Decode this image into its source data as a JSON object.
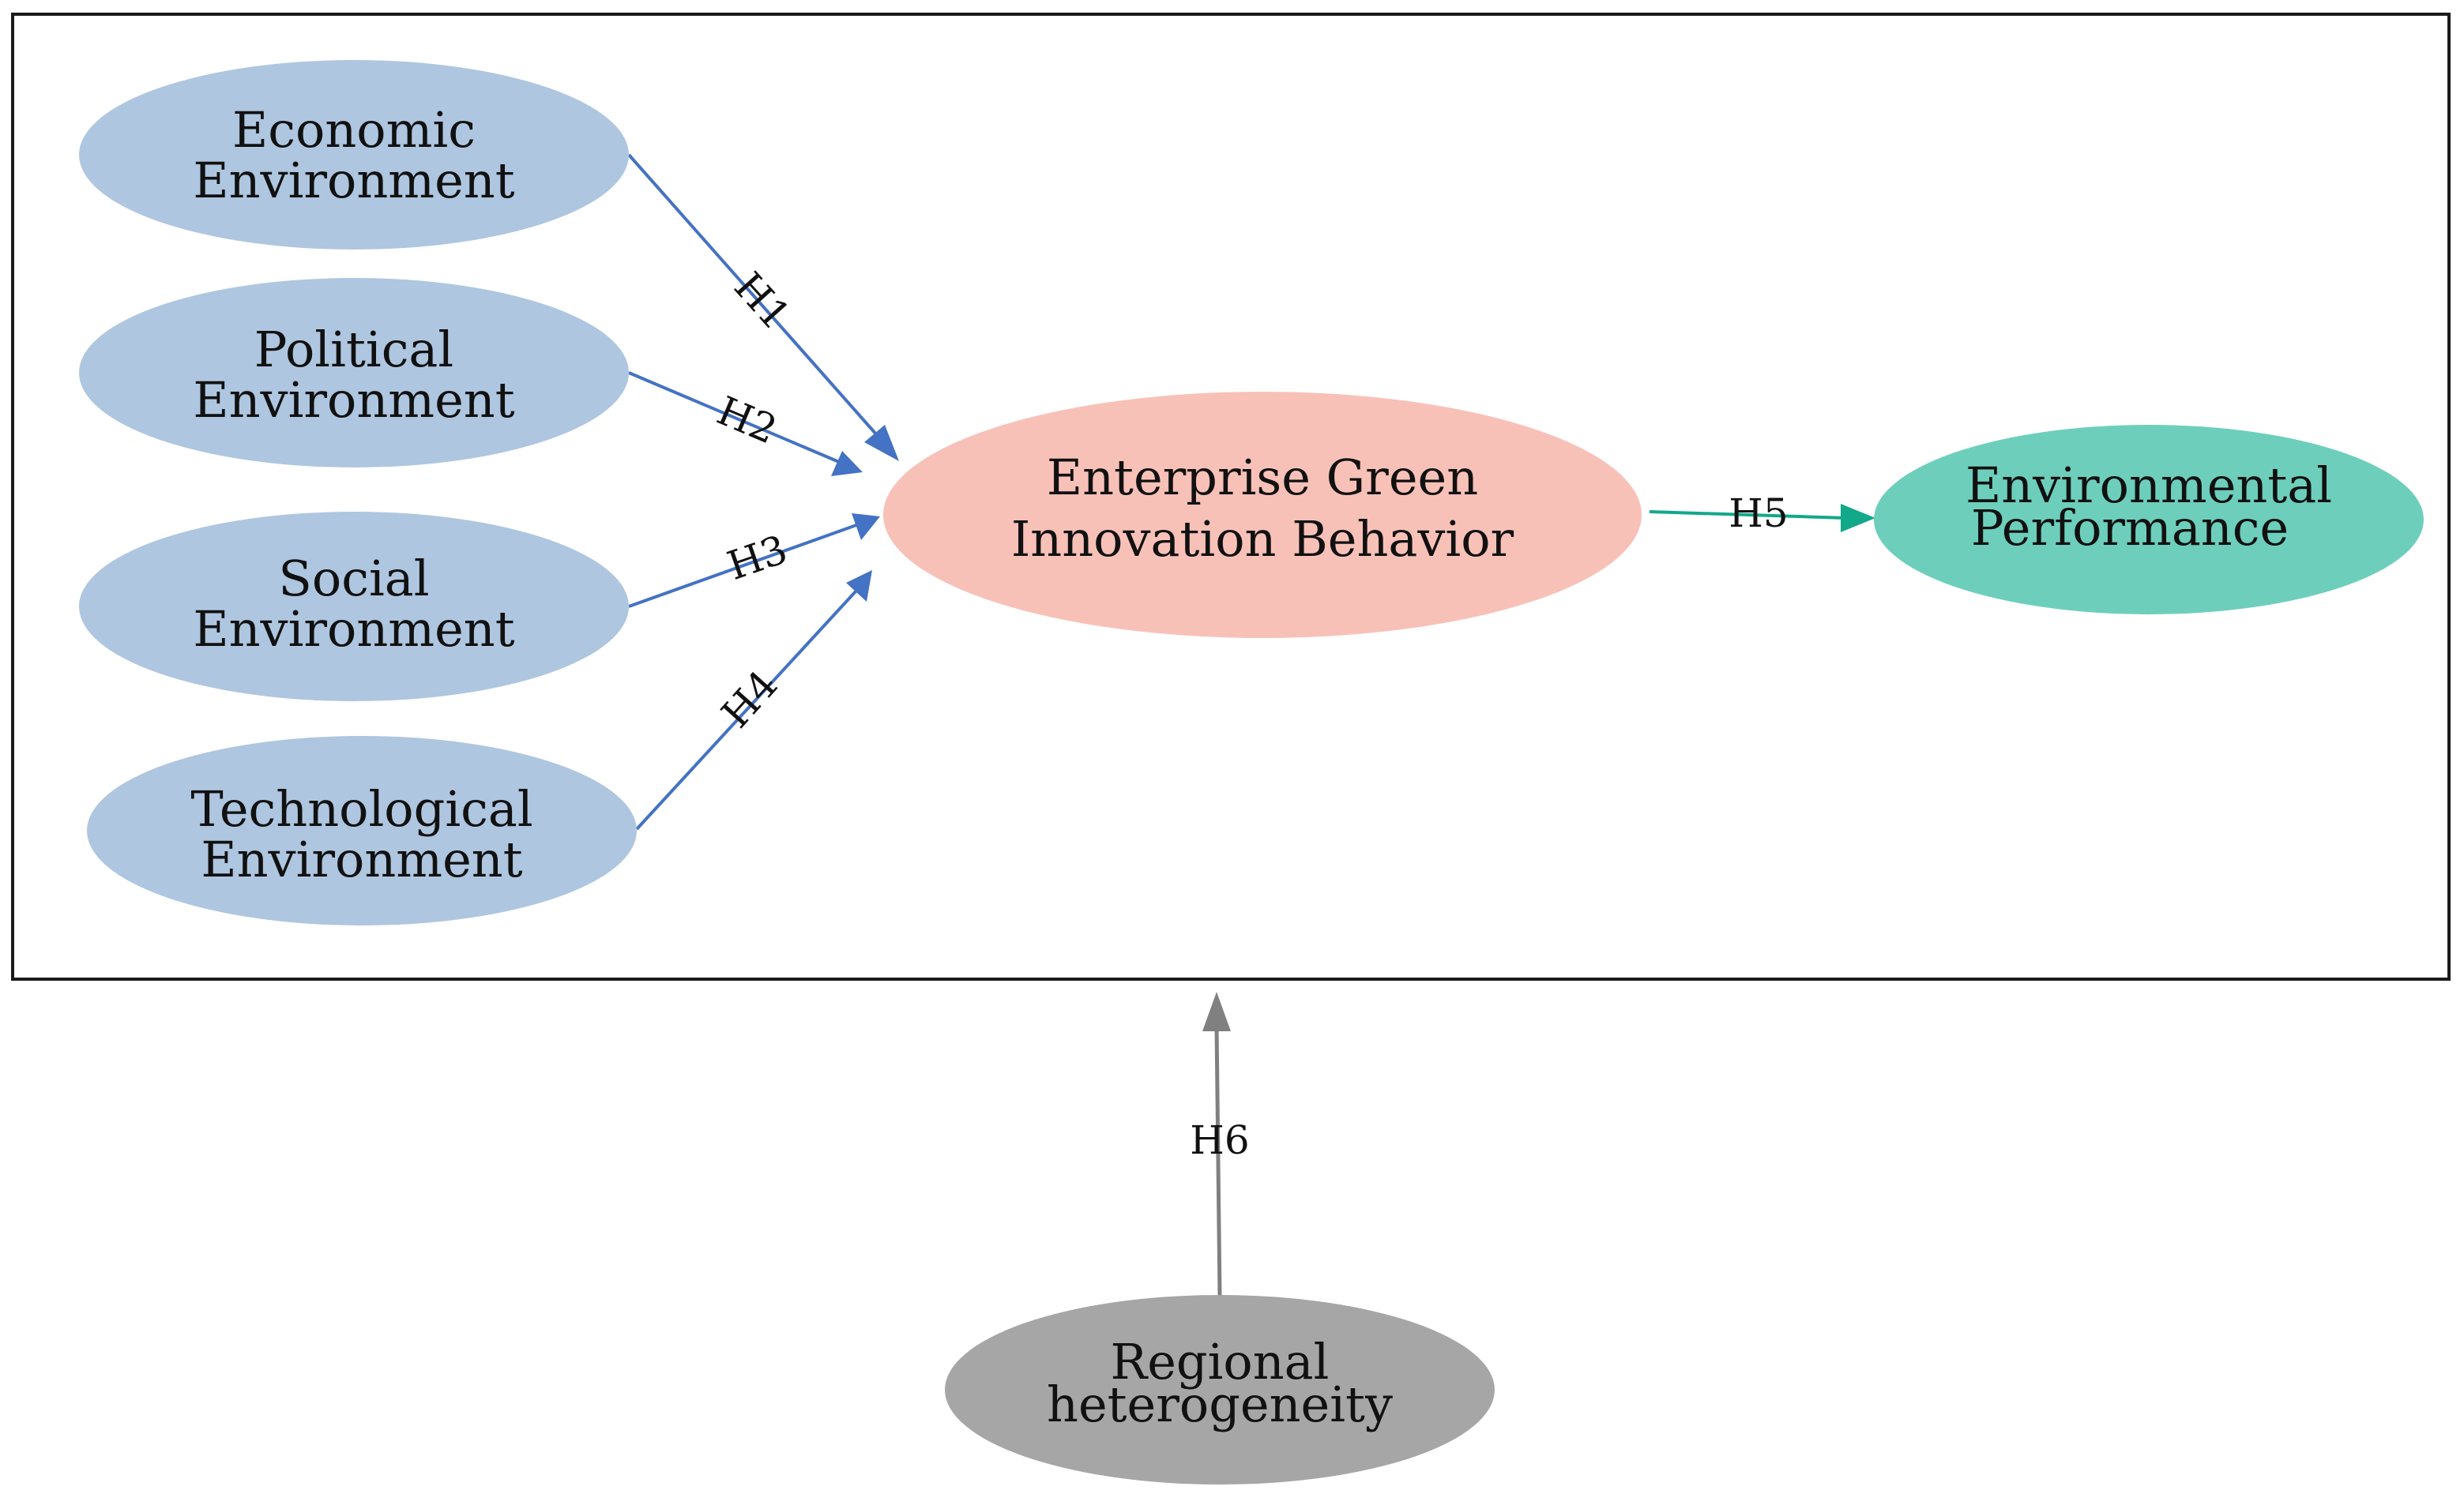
{
  "colors": {
    "frame": "#1a1a1a",
    "env_node_fill": "#aec6e0",
    "egib_node_fill": "#f8c1b8",
    "perf_node_fill": "#6dcfbb",
    "regional_node_fill": "#a6a6a6",
    "env_arrow": "#4472c4",
    "perf_arrow": "#12a88a",
    "regional_arrow": "#808080"
  },
  "nodes": {
    "economic": {
      "line1": "Economic",
      "line2": "Environment"
    },
    "political": {
      "line1": "Political",
      "line2": "Environment"
    },
    "social": {
      "line1": "Social",
      "line2": "Environment"
    },
    "technological": {
      "line1": "Technological",
      "line2": "Environment"
    },
    "egib": {
      "line1": "Enterprise Green",
      "line2": "Innovation Behavior"
    },
    "performance": {
      "line1": "Environmental",
      "line2": "Performance"
    },
    "regional": {
      "line1": "Regional",
      "line2": "heterogeneity"
    }
  },
  "edges": {
    "h1": "H1",
    "h2": "H2",
    "h3": "H3",
    "h4": "H4",
    "h5": "H5",
    "h6": "H6"
  }
}
